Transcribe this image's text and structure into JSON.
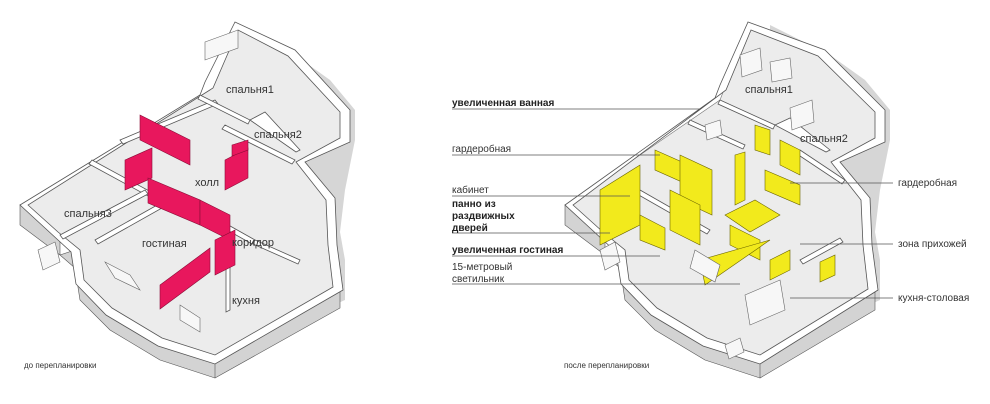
{
  "left_plan": {
    "caption": "до перепланировки",
    "rooms": {
      "bedroom1": "спальня1",
      "bedroom2": "спальня2",
      "bedroom3": "спальня3",
      "hall": "холл",
      "living": "гостиная",
      "corridor": "коридор",
      "kitchen": "кухня"
    },
    "accent_color": "#e8175d"
  },
  "right_plan": {
    "caption": "после перепланировки",
    "left_annotations": {
      "bathroom": "увеличенная ванная",
      "wardrobe": "гардеробная",
      "study": "кабинет",
      "sliding_panel_1": "панно из",
      "sliding_panel_2": "раздвижных",
      "sliding_panel_3": "дверей",
      "living": "увеличенная гостиная",
      "lamp_1": "15-метровый",
      "lamp_2": "светильник"
    },
    "right_annotations": {
      "wardrobe": "гардеробная",
      "entry": "зона прихожей",
      "kitchen": "кухня-столовая"
    },
    "rooms": {
      "bedroom1": "спальня1",
      "bedroom2": "спальня2"
    },
    "accent_color": "#f2ea1c"
  }
}
